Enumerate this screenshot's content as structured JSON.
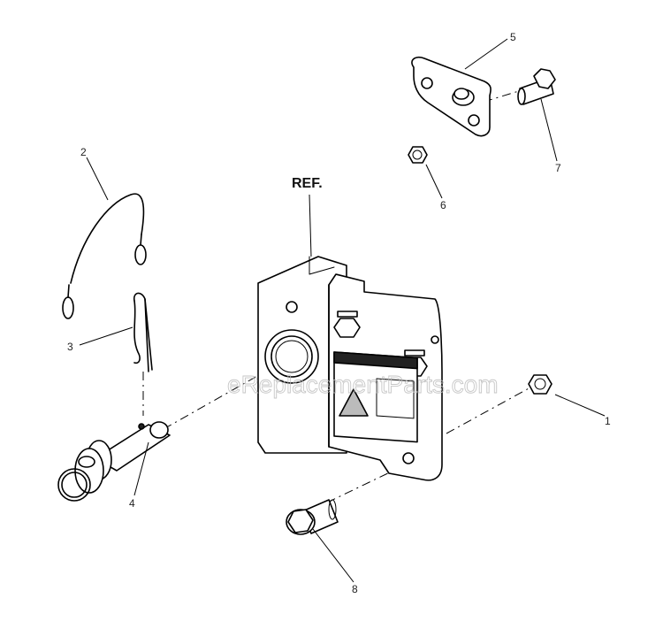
{
  "diagram": {
    "reference_label": "REF.",
    "watermark": "eReplacementParts.com",
    "callouts": [
      "1",
      "2",
      "3",
      "4",
      "5",
      "6",
      "7",
      "8"
    ]
  }
}
